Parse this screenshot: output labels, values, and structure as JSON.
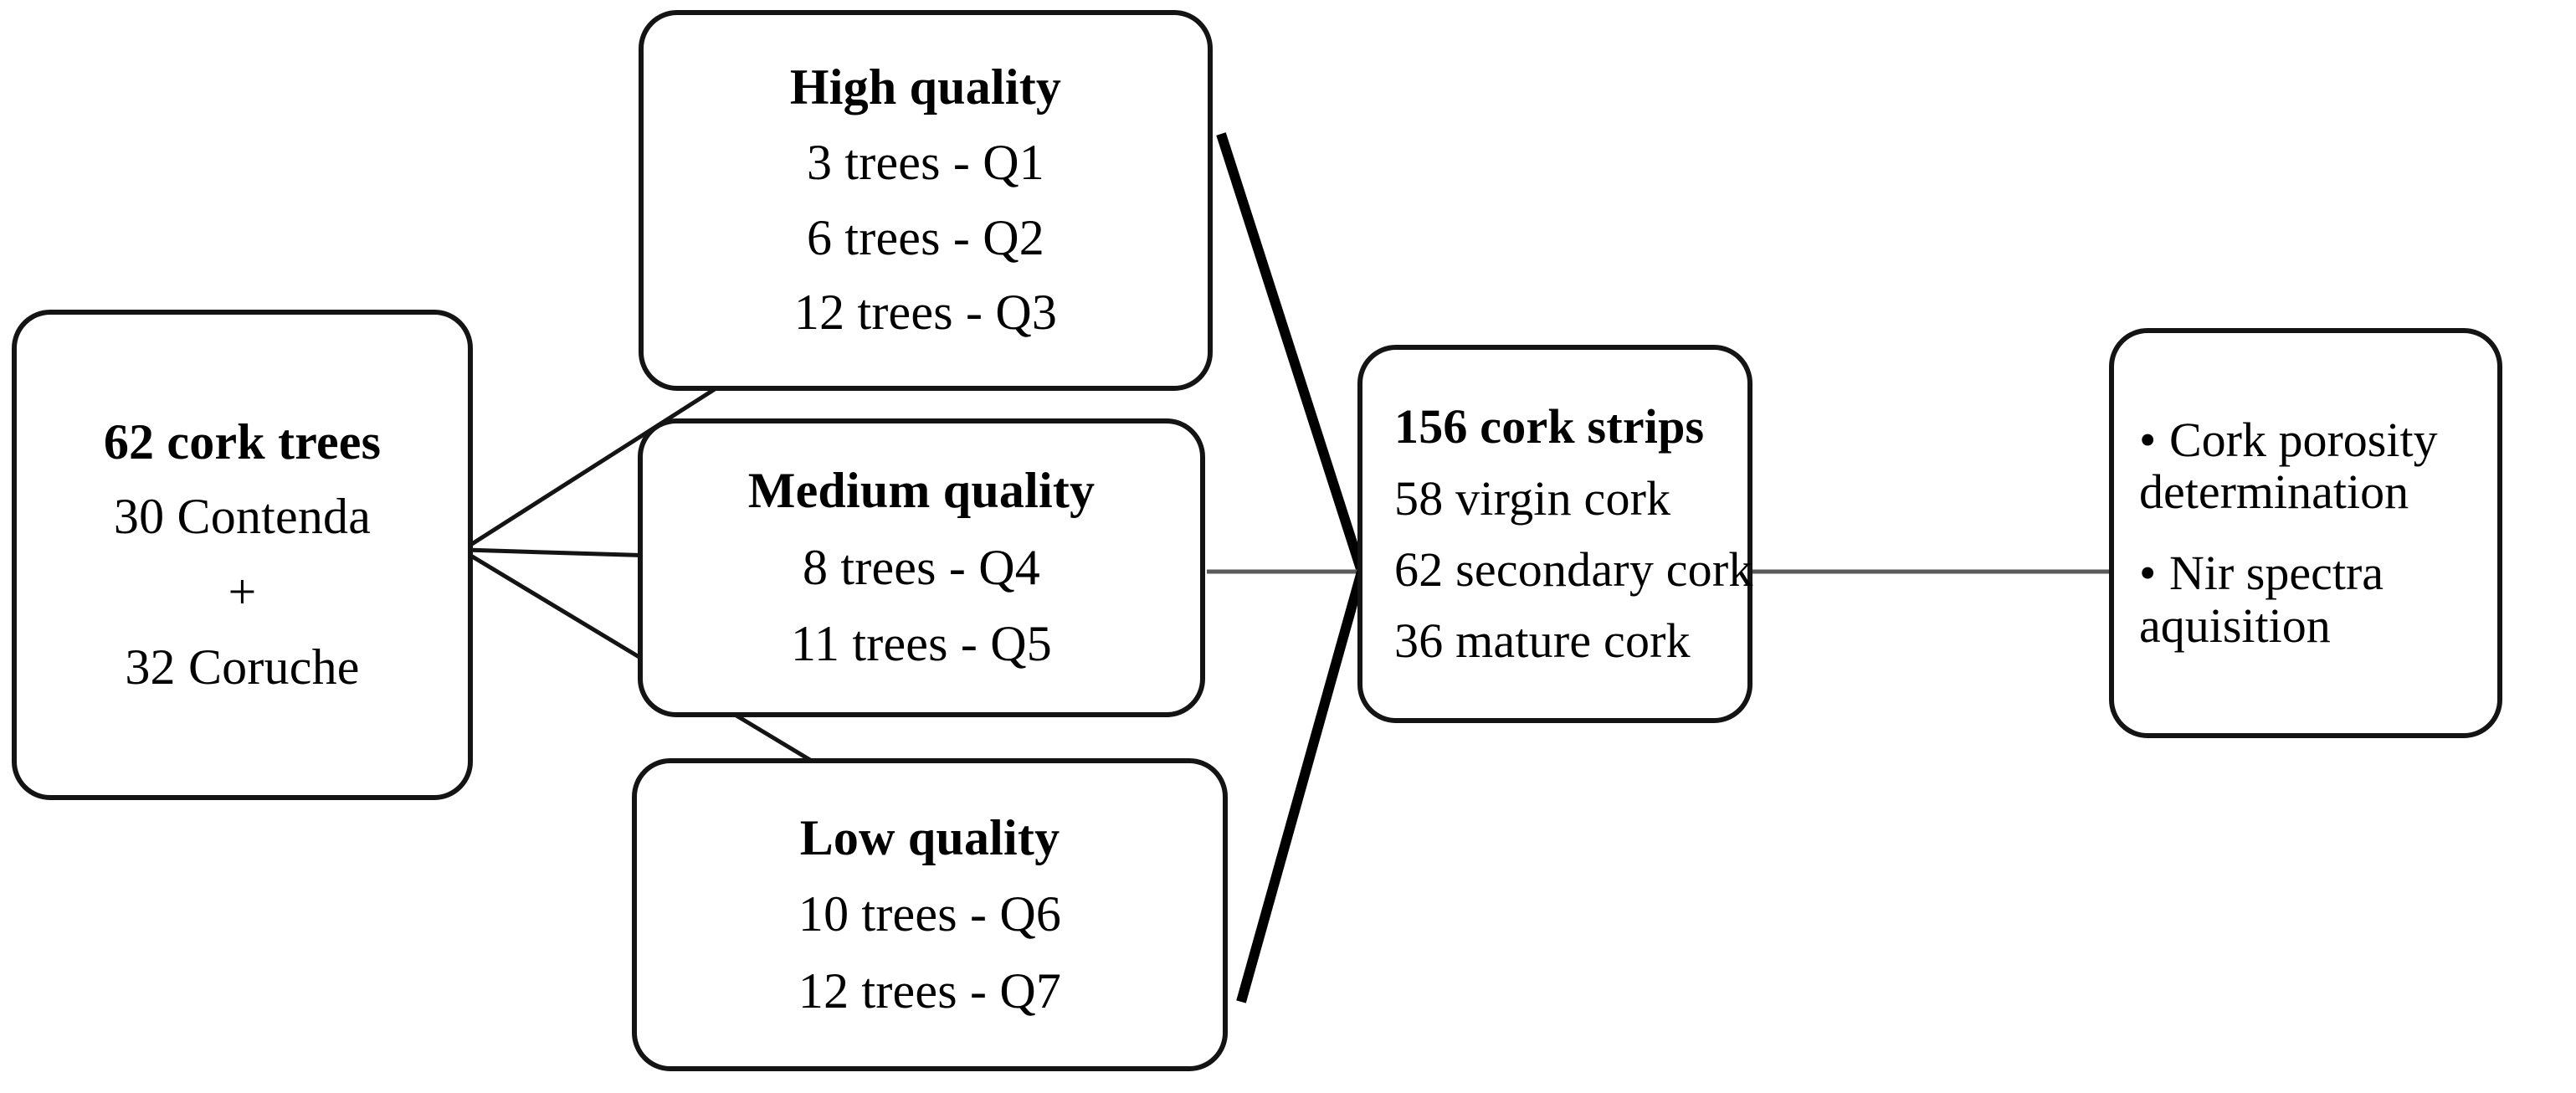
{
  "diagram": {
    "title_semantic": "cork-sampling-flowchart",
    "stroke_color": "#141414",
    "background_color": "#ffffff",
    "nodes": [
      {
        "id": "trees",
        "lines": [
          {
            "text": "62 cork trees",
            "bold": true
          },
          {
            "text": "30 Contenda",
            "bold": false
          },
          {
            "text": "+",
            "bold": false
          },
          {
            "text": "32 Coruche",
            "bold": false
          }
        ]
      },
      {
        "id": "high",
        "lines": [
          {
            "text": "High quality",
            "bold": true
          },
          {
            "text": "3 trees - Q1",
            "bold": false
          },
          {
            "text": "6 trees - Q2",
            "bold": false
          },
          {
            "text": "12 trees - Q3",
            "bold": false
          }
        ]
      },
      {
        "id": "medium",
        "lines": [
          {
            "text": "Medium quality",
            "bold": true
          },
          {
            "text": "8 trees - Q4",
            "bold": false
          },
          {
            "text": "11 trees - Q5",
            "bold": false
          }
        ]
      },
      {
        "id": "low",
        "lines": [
          {
            "text": "Low quality",
            "bold": true
          },
          {
            "text": "10 trees - Q6",
            "bold": false
          },
          {
            "text": "12 trees - Q7",
            "bold": false
          }
        ]
      },
      {
        "id": "strips",
        "lines": [
          {
            "text": "156 cork strips",
            "bold": true
          },
          {
            "text": "58 virgin cork",
            "bold": false
          },
          {
            "text": "62 secondary cork",
            "bold": false
          },
          {
            "text": "36 mature cork",
            "bold": false
          }
        ]
      },
      {
        "id": "analyses",
        "bullets": [
          {
            "marker": "•",
            "text": "Cork porosity determination"
          },
          {
            "marker": "•",
            "text": "Nir spectra aquisition"
          }
        ]
      }
    ],
    "edges": [
      {
        "name": "trees-to-high",
        "from": "trees",
        "to": "high"
      },
      {
        "name": "trees-to-medium",
        "from": "trees",
        "to": "medium"
      },
      {
        "name": "trees-to-low",
        "from": "trees",
        "to": "low"
      },
      {
        "name": "high-to-strips",
        "from": "high",
        "to": "strips"
      },
      {
        "name": "medium-to-strips",
        "from": "medium",
        "to": "strips"
      },
      {
        "name": "low-to-strips",
        "from": "low",
        "to": "strips"
      },
      {
        "name": "strips-to-analyses",
        "from": "strips",
        "to": "analyses"
      }
    ]
  }
}
